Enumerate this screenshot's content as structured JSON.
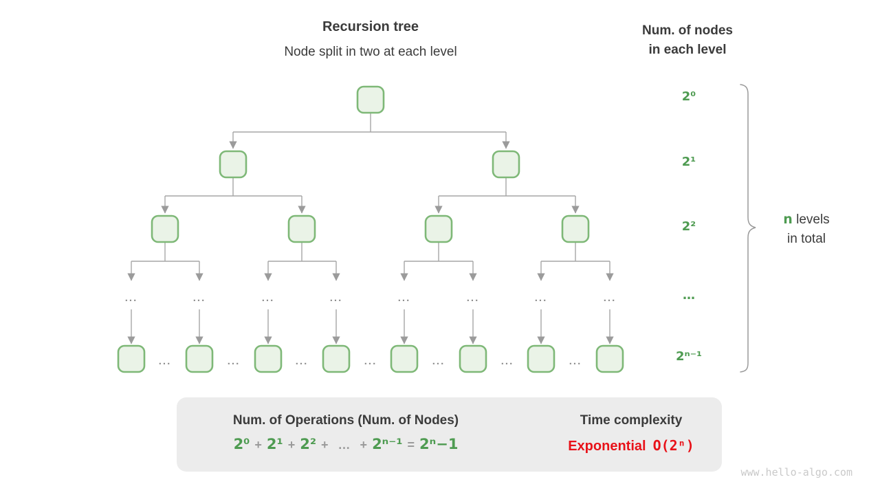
{
  "header": {
    "title": "Recursion tree",
    "subtitle": "Node split in two at each level"
  },
  "right_panel": {
    "heading_line1": "Num. of nodes",
    "heading_line2": "in each level",
    "level_labels": [
      "2⁰",
      "2¹",
      "2²",
      "…",
      "2ⁿ⁻¹"
    ],
    "note": {
      "n": "n",
      "levels": " levels",
      "line2": "in total"
    }
  },
  "tree": {
    "levels": 5,
    "branching_factor": 2,
    "ellipsis": "..."
  },
  "bottom_box": {
    "operations_title": "Num. of Operations (Num. of Nodes)",
    "formula": {
      "t0": "2⁰",
      "p1": "+",
      "t1": "2¹",
      "p2": "+",
      "t2": "2²",
      "p3": "+",
      "dots": "…",
      "p4": "+",
      "tn": "2ⁿ⁻¹",
      "eq": "=",
      "result": "2ⁿ−1"
    },
    "time_title": "Time complexity",
    "complexity_name": "Exponential",
    "complexity_notation": "O(2ⁿ)"
  },
  "watermark": "www.hello-algo.com",
  "colors": {
    "green_text": "#4e9b51",
    "node_fill": "#eaf3e7",
    "node_border": "#7eb877",
    "connector_gray": "#a6a6a6",
    "box_background": "#ececec",
    "complexity_red": "#e81219",
    "dark_text": "#3b3b3b"
  }
}
